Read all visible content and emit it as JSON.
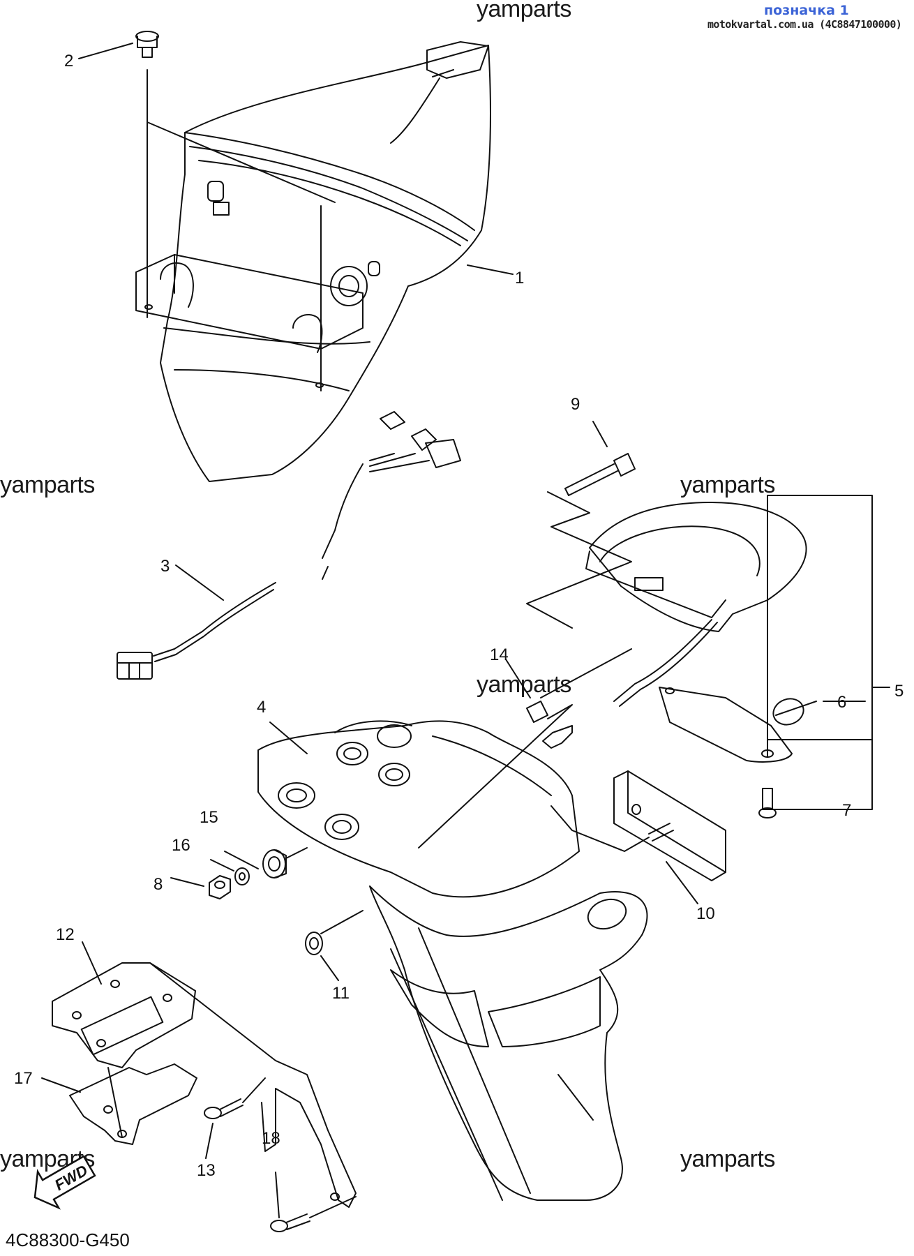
{
  "header": {
    "badge": "позначка 1",
    "source": "motokvartal.com.ua (4C8847100000)"
  },
  "watermark": "yamparts",
  "diagram_code": "4C88300-G450",
  "fwd_label": "FWD",
  "callouts": {
    "c1": "1",
    "c2": "2",
    "c3": "3",
    "c4": "4",
    "c5": "5",
    "c6": "6",
    "c7": "7",
    "c8": "8",
    "c9": "9",
    "c10": "10",
    "c11": "11",
    "c12": "12",
    "c13": "13",
    "c14": "14",
    "c15": "15",
    "c16": "16",
    "c17": "17",
    "c18": "18"
  },
  "colors": {
    "line": "#111111",
    "badge": "#3b63d6"
  }
}
